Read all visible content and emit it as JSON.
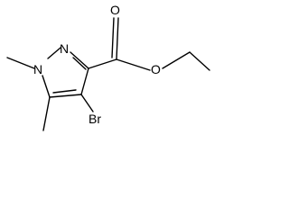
{
  "molecule": {
    "atom_labels": {
      "n2": "N",
      "n1": "N",
      "o_carbonyl": "O",
      "o_ester": "O",
      "br": "Br"
    },
    "colors": {
      "bond": "#000000",
      "label": "#000000",
      "background": "#ffffff"
    }
  }
}
